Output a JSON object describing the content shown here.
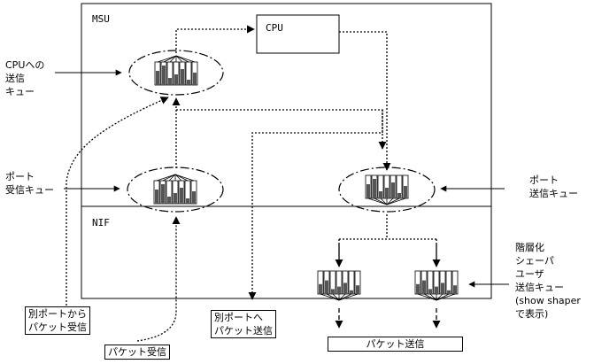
{
  "regions": {
    "msu": "MSU",
    "nif": "NIF",
    "cpu": "CPU"
  },
  "labels": {
    "cpu_send_queue": "CPUへの\n送信\nキュー",
    "port_receive_queue": "ポート\n受信キュー",
    "port_send_queue": "ポート\n送信キュー",
    "hierarchical_shaper": "階層化\nシェーパ\nユーザ\n送信キュー\n(show shaper\nで表示)",
    "from_other_port": "別ポートから\nパケット受信",
    "packet_receive": "パケット受信",
    "to_other_port": "別ポートへ\nパケット送信",
    "packet_send": "パケット送信"
  }
}
